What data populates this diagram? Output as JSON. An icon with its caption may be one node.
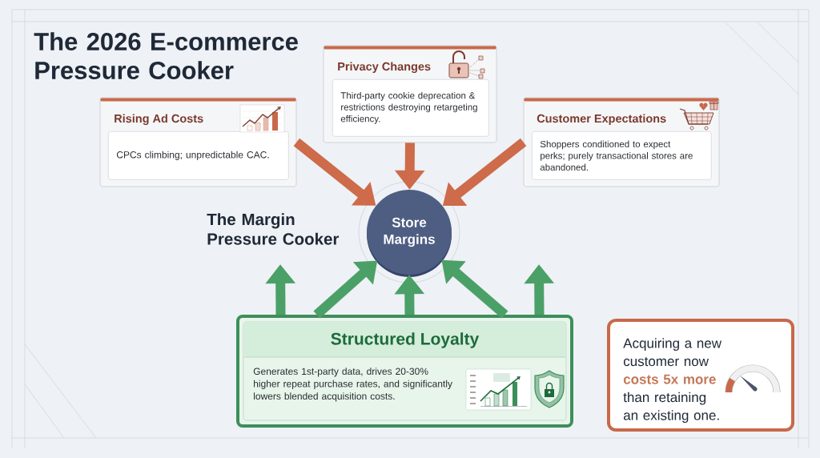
{
  "diagram": {
    "title": "The 2026 E-commerce Pressure Cooker",
    "nodes": [
      {
        "text": [
          "Rising Ad Costs",
          "CPCs climbing; unpredictable CAC."
        ]
      },
      {
        "text": [
          "Privacy Changes",
          "Third-party cookie deprecation & restrictions destroying retargeting efficiency."
        ]
      },
      {
        "text": [
          "Customer Expectations",
          "Shoppers conditioned to expect perks; purely transactional stores are abandoned."
        ]
      },
      {
        "text": [
          "Store Margins"
        ]
      },
      {
        "text": [
          "Structured Loyalty",
          "Generates 1st-party data, drives 20-30% higher repeat purchase rates, and significantly lowers blended acquisition costs."
        ]
      },
      {
        "text": [
          "Acquiring a new customer now **costs 5x more** than retaining an existing one."
        ]
      }
    ],
    "edges": [
      {
        "from": 0,
        "to": 3,
        "arrow": "to",
        "color": "#cd6b4b"
      },
      {
        "from": 1,
        "to": 3,
        "arrow": "to",
        "color": "#cd6b4b"
      },
      {
        "from": 2,
        "to": 3,
        "arrow": "to",
        "color": "#cd6b4b"
      },
      {
        "from": 4,
        "to": null,
        "arrow": "to"
      },
      {
        "from": 4,
        "to": 3,
        "arrow": "to"
      },
      {
        "from": 4,
        "to": 3,
        "arrow": "to"
      },
      {
        "from": 4,
        "to": 3,
        "arrow": "to"
      },
      {
        "from": 4,
        "to": null,
        "arrow": "to"
      }
    ],
    "labels": [
      "The Margin Pressure Cooker"
    ]
  }
}
